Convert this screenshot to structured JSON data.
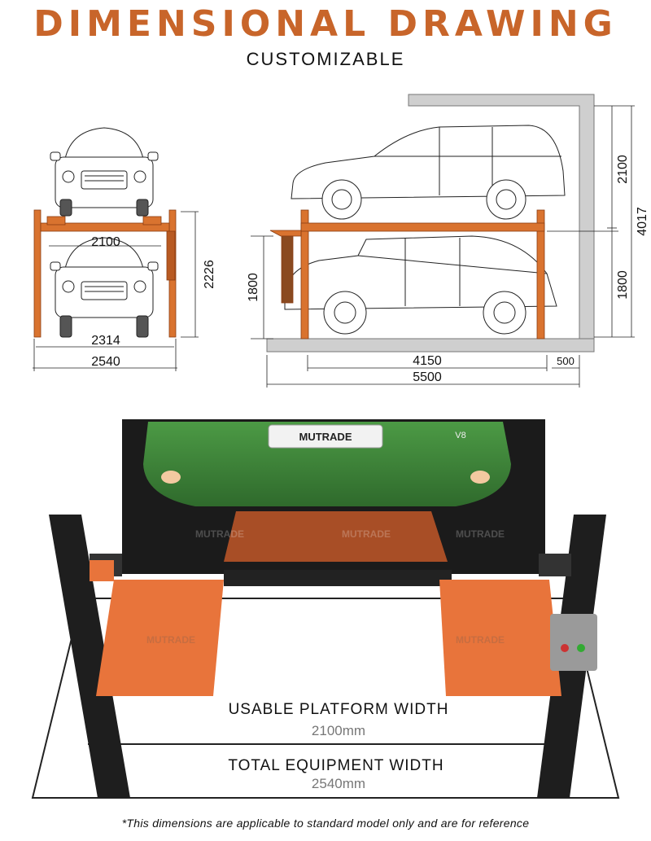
{
  "header": {
    "title": "DIMENSIONAL DRAWING",
    "subtitle": "CUSTOMIZABLE"
  },
  "front_view": {
    "dims": {
      "platform_width": "2100",
      "inner_width": "2314",
      "outer_width": "2540",
      "height": "2226"
    }
  },
  "side_view": {
    "dims": {
      "upper_height": "2100",
      "total_height": "4017",
      "lower_height_right": "1800",
      "lower_height_left": "1800",
      "platform_length": "4150",
      "clearance": "500",
      "total_length": "5500"
    }
  },
  "photo": {
    "logo": "MUTRADE",
    "badge": "V8",
    "watermark": "MUTRADE",
    "usable_label": "USABLE PLATFORM WIDTH",
    "usable_value": "2100mm",
    "total_label": "TOTAL EQUIPMENT WIDTH",
    "total_value": "2540mm"
  },
  "footnote": "*This dimensions are applicable to standard model only and are for reference",
  "colors": {
    "accent": "#C8652A",
    "platform": "#E8743B",
    "car_green": "#3F8A3A"
  }
}
